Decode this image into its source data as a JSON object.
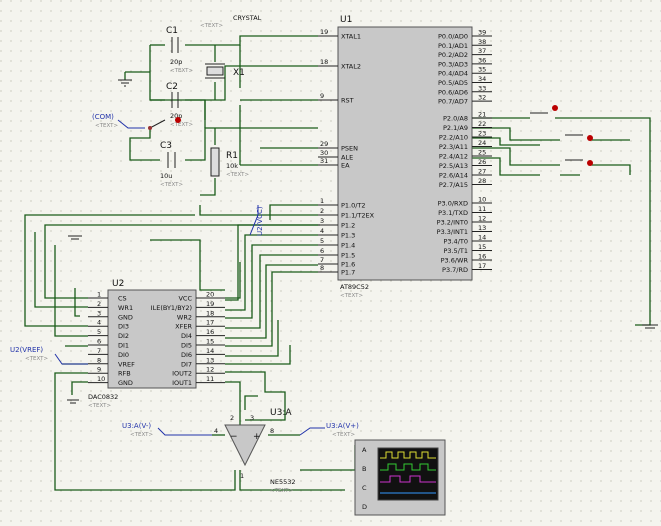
{
  "crystal_label": "CRYSTAL",
  "text_placeholder": "<TEXT>",
  "u1": {
    "ref": "U1",
    "part": "AT89C52",
    "left_pins": [
      {
        "n": "19",
        "name": "XTAL1"
      },
      {
        "n": "18",
        "name": "XTAL2"
      },
      {
        "n": "9",
        "name": "RST"
      },
      {
        "n": "29",
        "name": "PSEN"
      },
      {
        "n": "30",
        "name": "ALE"
      },
      {
        "n": "31",
        "name": "EA"
      },
      {
        "n": "1",
        "name": "P1.0/T2"
      },
      {
        "n": "2",
        "name": "P1.1/T2EX"
      },
      {
        "n": "3",
        "name": "P1.2"
      },
      {
        "n": "4",
        "name": "P1.3"
      },
      {
        "n": "5",
        "name": "P1.4"
      },
      {
        "n": "6",
        "name": "P1.5"
      },
      {
        "n": "7",
        "name": "P1.6"
      },
      {
        "n": "8",
        "name": "P1.7"
      }
    ],
    "right_pins": [
      {
        "n": "39",
        "name": "P0.0/AD0"
      },
      {
        "n": "38",
        "name": "P0.1/AD1"
      },
      {
        "n": "37",
        "name": "P0.2/AD2"
      },
      {
        "n": "36",
        "name": "P0.3/AD3"
      },
      {
        "n": "35",
        "name": "P0.4/AD4"
      },
      {
        "n": "34",
        "name": "P0.5/AD5"
      },
      {
        "n": "33",
        "name": "P0.6/AD6"
      },
      {
        "n": "32",
        "name": "P0.7/AD7"
      },
      {
        "n": "21",
        "name": "P2.0/A8"
      },
      {
        "n": "22",
        "name": "P2.1/A9"
      },
      {
        "n": "23",
        "name": "P2.2/A10"
      },
      {
        "n": "24",
        "name": "P2.3/A11"
      },
      {
        "n": "25",
        "name": "P2.4/A12"
      },
      {
        "n": "26",
        "name": "P2.5/A13"
      },
      {
        "n": "27",
        "name": "P2.6/A14"
      },
      {
        "n": "28",
        "name": "P2.7/A15"
      },
      {
        "n": "10",
        "name": "P3.0/RXD"
      },
      {
        "n": "11",
        "name": "P3.1/TXD"
      },
      {
        "n": "12",
        "name": "P3.2/INT0"
      },
      {
        "n": "13",
        "name": "P3.3/INT1"
      },
      {
        "n": "14",
        "name": "P3.4/T0"
      },
      {
        "n": "15",
        "name": "P3.5/T1"
      },
      {
        "n": "16",
        "name": "P3.6/WR"
      },
      {
        "n": "17",
        "name": "P3.7/RD"
      }
    ]
  },
  "u2": {
    "ref": "U2",
    "part": "DAC0832",
    "left_pins": [
      {
        "n": "1",
        "name": "CS"
      },
      {
        "n": "2",
        "name": "WR1"
      },
      {
        "n": "3",
        "name": "GND"
      },
      {
        "n": "4",
        "name": "DI3"
      },
      {
        "n": "5",
        "name": "DI2"
      },
      {
        "n": "6",
        "name": "DI1"
      },
      {
        "n": "7",
        "name": "DI0"
      },
      {
        "n": "8",
        "name": "VREF"
      },
      {
        "n": "9",
        "name": "RFB"
      },
      {
        "n": "10",
        "name": "GND"
      }
    ],
    "right_pins": [
      {
        "n": "20",
        "name": "VCC"
      },
      {
        "n": "19",
        "name": "ILE(BY1/BY2)"
      },
      {
        "n": "18",
        "name": "WR2"
      },
      {
        "n": "17",
        "name": "XFER"
      },
      {
        "n": "16",
        "name": "DI4"
      },
      {
        "n": "15",
        "name": "DI5"
      },
      {
        "n": "14",
        "name": "DI6"
      },
      {
        "n": "13",
        "name": "DI7"
      },
      {
        "n": "12",
        "name": "IOUT2"
      },
      {
        "n": "11",
        "name": "IOUT1"
      }
    ]
  },
  "u3": {
    "ref": "U3:A",
    "part": "NE5532",
    "pin_minus": "2",
    "pin_plus": "3",
    "pin_out": "1",
    "pin_v_minus": "4",
    "pin_v_plus": "8",
    "v_minus_label": "U3:A(V-)",
    "v_plus_label": "U3:A(V+)"
  },
  "c1": {
    "ref": "C1",
    "value": "20p"
  },
  "c2": {
    "ref": "C2",
    "value": "20p"
  },
  "c3": {
    "ref": "C3",
    "value": "10u"
  },
  "r1": {
    "ref": "R1",
    "value": "10k"
  },
  "x1": {
    "ref": "X1"
  },
  "com_label": "(COM)",
  "u2_vref_label": "U2(VREF)",
  "u2_vcc_label": "U2(VCC)",
  "scope": {
    "channels": [
      "A",
      "B",
      "C",
      "D"
    ]
  }
}
